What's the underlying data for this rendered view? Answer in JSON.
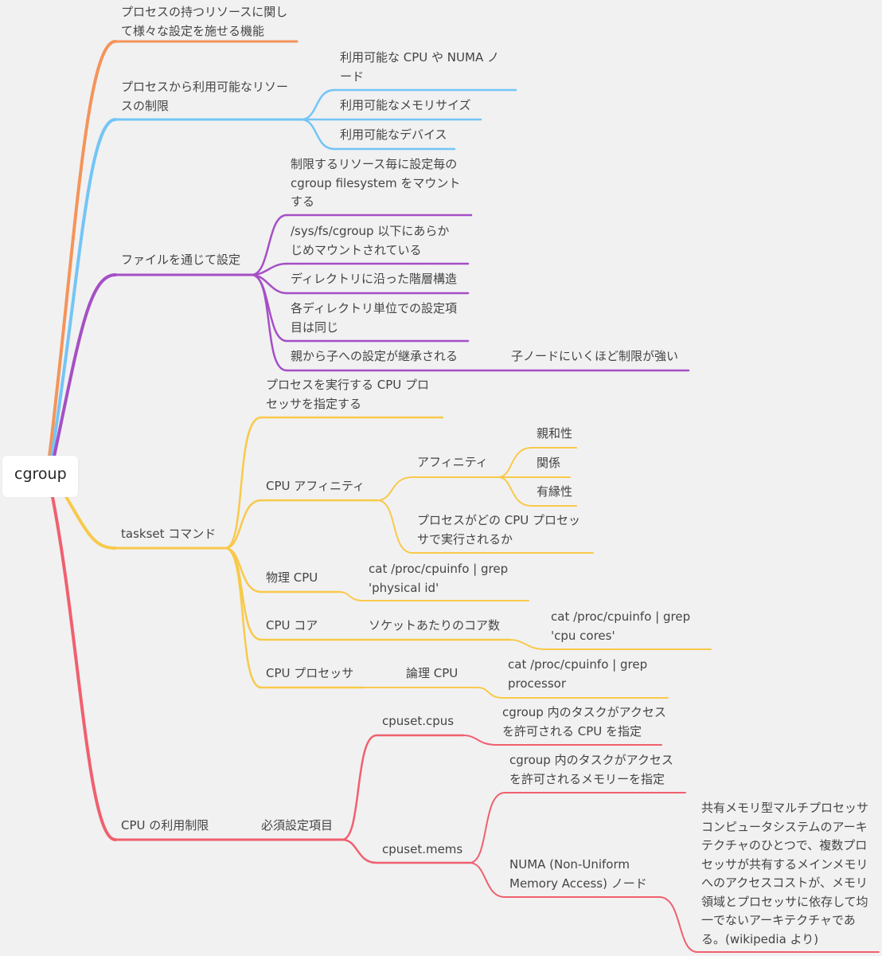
{
  "root": "cgroup",
  "colors": {
    "orange": "#f4945a",
    "blue": "#74c5f5",
    "purple": "#a54fc5",
    "yellow": "#f8c94a",
    "red": "#f0606e",
    "background": "#f1f1f2"
  },
  "nodes": {
    "n01": "プロセスの持つリソースに関し\nて様々な設定を施せる機能",
    "n02": "プロセスから利用可能なリソー\nスの制限",
    "n03": "利用可能な CPU や NUMA ノ\nード",
    "n04": "利用可能なメモリサイズ",
    "n05": "利用可能なデバイス",
    "n06": "ファイルを通じて設定",
    "n07": "制限するリソース毎に設定毎の\ncgroup filesystem をマウント\nする",
    "n08": "/sys/fs/cgroup 以下にあらか\nじめマウントされている",
    "n09": "ディレクトリに沿った階層構造",
    "n10": "各ディレクトリ単位での設定項\n目は同じ",
    "n11": "親から子への設定が継承される",
    "n12": "子ノードにいくほど制限が強い",
    "n13": "taskset コマンド",
    "n14": "プロセスを実行する CPU プロ\nセッサを指定する",
    "n15": "CPU アフィニティ",
    "n16": "アフィニティ",
    "n17": "親和性",
    "n18": "関係",
    "n19": "有縁性",
    "n20": "プロセスがどの CPU プロセッ\nサで実行されるか",
    "n21": "物理 CPU",
    "n22": "cat /proc/cpuinfo | grep\n'physical id'",
    "n23": "CPU コア",
    "n24": "ソケットあたりのコア数",
    "n25": "cat /proc/cpuinfo | grep\n'cpu cores'",
    "n26": "CPU プロセッサ",
    "n27": "論理 CPU",
    "n28": "cat /proc/cpuinfo | grep\nprocessor",
    "n29": "CPU の利用制限",
    "n30": "必須設定項目",
    "n31": "cpuset.cpus",
    "n32": "cgroup 内のタスクがアクセス\nを許可される CPU を指定",
    "n33": "cpuset.mems",
    "n34": "cgroup 内のタスクがアクセス\nを許可されるメモリーを指定",
    "n35": "NUMA (Non-Uniform\nMemory Access) ノード",
    "n36": "共有メモリ型マルチプロセッサ\nコンピュータシステムのアーキ\nテクチャのひとつで、複数プロ\nセッサが共有するメインメモリ\nへのアクセスコストが、メモリ\n領域とプロセッサに依存して均\n一でないアーキテクチャであ\nる。(wikipedia より)"
  }
}
